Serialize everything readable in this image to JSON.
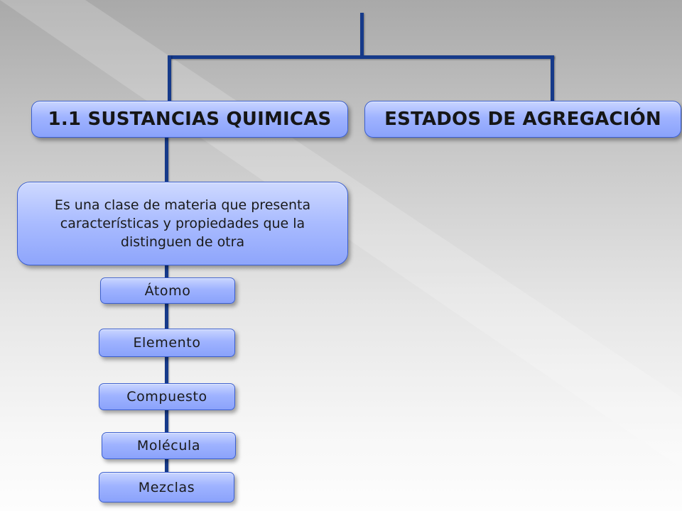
{
  "diagram": {
    "nodes": {
      "sustancias": "1.1 SUSTANCIAS QUIMICAS",
      "estados": "ESTADOS DE AGREGACIÓN",
      "definicion": "Es una clase de materia que presenta características y propiedades que la distinguen de otra",
      "items": [
        "Átomo",
        "Elemento",
        "Compuesto",
        "Molécula",
        "Mezclas"
      ]
    },
    "colors": {
      "connector": "#163a8a",
      "box_fill": "#9fb3ff",
      "box_border": "#3b5fd0"
    }
  }
}
